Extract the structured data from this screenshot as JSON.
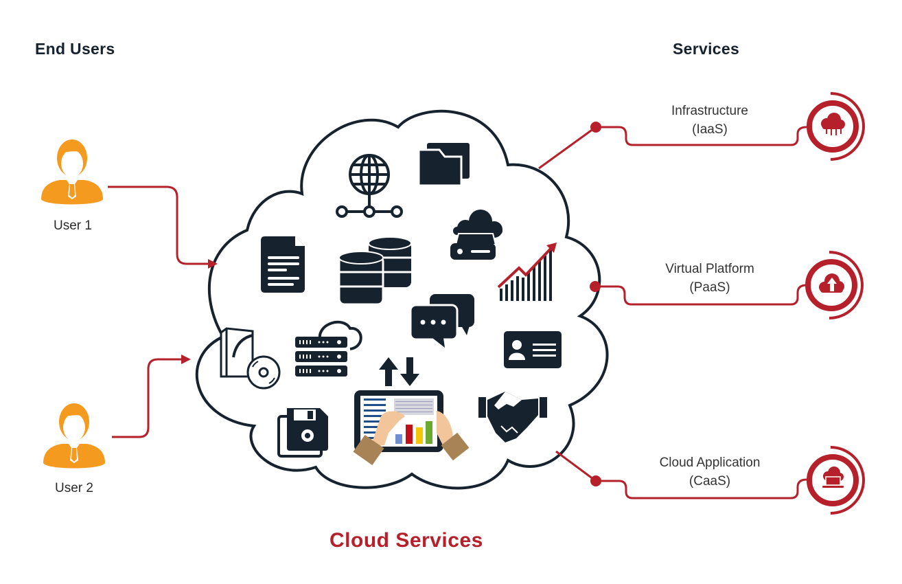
{
  "headings": {
    "end_users": "End Users",
    "services": "Services",
    "cloud": "Cloud Services"
  },
  "users": [
    {
      "label": "User 1",
      "icon": "user-icon"
    },
    {
      "label": "User 2",
      "icon": "user-icon"
    }
  ],
  "services": [
    {
      "name": "Infrastructure",
      "abbr": "(IaaS)",
      "icon": "cloud-network-icon"
    },
    {
      "name": "Virtual Platform",
      "abbr": "(PaaS)",
      "icon": "cloud-upload-icon"
    },
    {
      "name": "Cloud Application",
      "abbr": "(CaaS)",
      "icon": "cloud-laptop-icon"
    }
  ],
  "cloud_icons": [
    "globe-network-icon",
    "folder-icon",
    "cloud-storage-icon",
    "document-icon",
    "database-icon",
    "growth-chart-icon",
    "chat-icon",
    "server-cloud-icon",
    "software-box-icon",
    "id-card-icon",
    "transfer-arrows-icon",
    "tablet-dashboard-icon",
    "handshake-icon",
    "floppy-disk-icon"
  ],
  "colors": {
    "accent": "#b5202a",
    "dark": "#16222e",
    "user": "#f39a1f"
  }
}
